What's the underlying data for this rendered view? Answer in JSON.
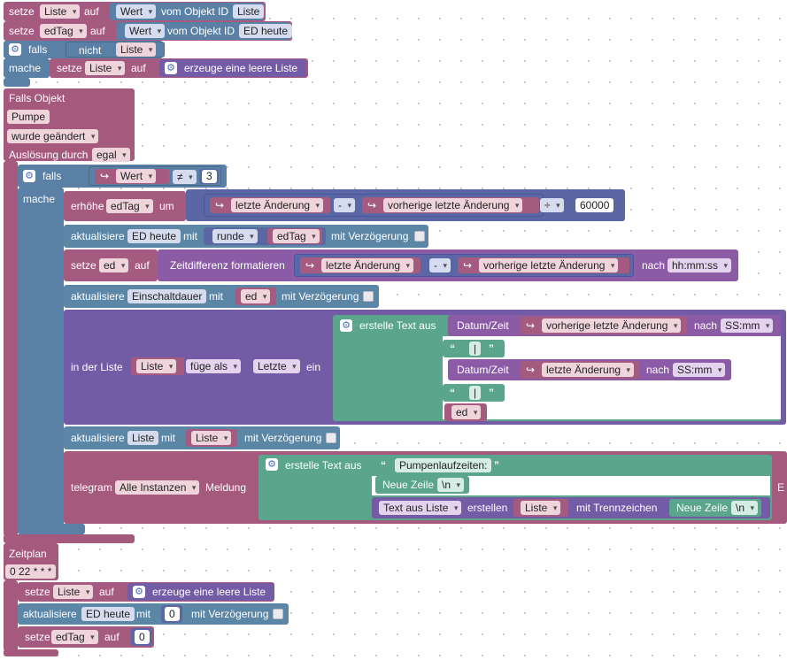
{
  "colors": {
    "variable": "#a55b80",
    "value": "#5b80a5",
    "logic": "#5b80a5",
    "math": "#5b67a5",
    "text": "#5ba58c",
    "list": "#745ba5",
    "event": "#a5597c",
    "action": "#5b86a5"
  },
  "top": {
    "row1": {
      "setze": "setze",
      "var": "Liste",
      "auf": "auf",
      "wert": "Wert",
      "vom": "vom Objekt ID",
      "id": "Liste"
    },
    "row2": {
      "setze": "setze",
      "var": "edTag",
      "auf": "auf",
      "wert": "Wert",
      "vom": "vom Objekt ID",
      "id": "ED heute"
    },
    "if": {
      "falls": "falls",
      "nicht": "nicht",
      "var": "Liste",
      "mache": "mache"
    },
    "inner": {
      "setze": "setze",
      "var": "Liste",
      "auf": "auf",
      "create": "erzeuge eine leere Liste"
    }
  },
  "trigger": {
    "title": "Falls Objekt",
    "object": "Pumpe",
    "changed": "wurde geändert",
    "by_label": "Auslösung durch",
    "by_value": "egal"
  },
  "if2": {
    "falls": "falls",
    "mache": "mache",
    "var": "Wert",
    "op": "≠",
    "num": "3"
  },
  "erhoehe": {
    "label": "erhöhe",
    "var": "edTag",
    "um": "um",
    "a": "letzte Änderung",
    "minus": "-",
    "b": "vorherige letzte Änderung",
    "div": "÷",
    "num": "60000"
  },
  "akt1": {
    "label": "aktualisiere",
    "target": "ED heute",
    "mit": "mit",
    "round": "runde",
    "var": "edTag",
    "delay": "mit Verzögerung"
  },
  "setzeEd": {
    "setze": "setze",
    "var": "ed",
    "auf": "auf",
    "fn": "Zeitdifferenz formatieren",
    "a": "letzte Änderung",
    "minus": "-",
    "b": "vorherige letzte Änderung",
    "nach": "nach",
    "fmt": "hh:mm:ss"
  },
  "akt2": {
    "label": "aktualisiere",
    "target": "Einschaltdauer",
    "mit": "mit",
    "var": "ed",
    "delay": "mit Verzögerung"
  },
  "liste": {
    "label": "in der Liste",
    "var": "Liste",
    "fuege": "füge als",
    "pos": "Letzte",
    "ein": "ein",
    "text": "erstelle Text aus",
    "dz": "Datum/Zeit",
    "a": "vorherige letzte Änderung",
    "nach": "nach",
    "fmt1": "SS:mm",
    "sep1": "|",
    "b": "letzte Änderung",
    "fmt2": "SS:mm",
    "sep2": "|",
    "ed": "ed"
  },
  "akt3": {
    "label": "aktualisiere",
    "target": "Liste",
    "mit": "mit",
    "var": "Liste",
    "delay": "mit Verzögerung"
  },
  "telegram": {
    "label": "telegram",
    "inst": "Alle Instanzen",
    "meldung": "Meldung",
    "text": "erstelle Text aus",
    "str": "Pumpenlaufzeiten:",
    "nz": "Neue Zeile",
    "nzval": "\\n",
    "tal": "Text aus Liste",
    "erstellen": "erstellen",
    "var": "Liste",
    "mit": "mit Trennzeichen",
    "nz2": "Neue Zeile",
    "nzval2": "\\n",
    "cut": "E"
  },
  "zeitplan": {
    "title": "Zeitplan",
    "cron": "0 22 * * *",
    "s1": {
      "setze": "setze",
      "var": "Liste",
      "auf": "auf",
      "create": "erzeuge eine leere Liste"
    },
    "a1": {
      "label": "aktualisiere",
      "target": "ED heute",
      "mit": "mit",
      "num": "0",
      "delay": "mit Verzögerung"
    },
    "s2": {
      "setze": "setze",
      "var": "edTag",
      "auf": "auf",
      "num": "0"
    }
  }
}
